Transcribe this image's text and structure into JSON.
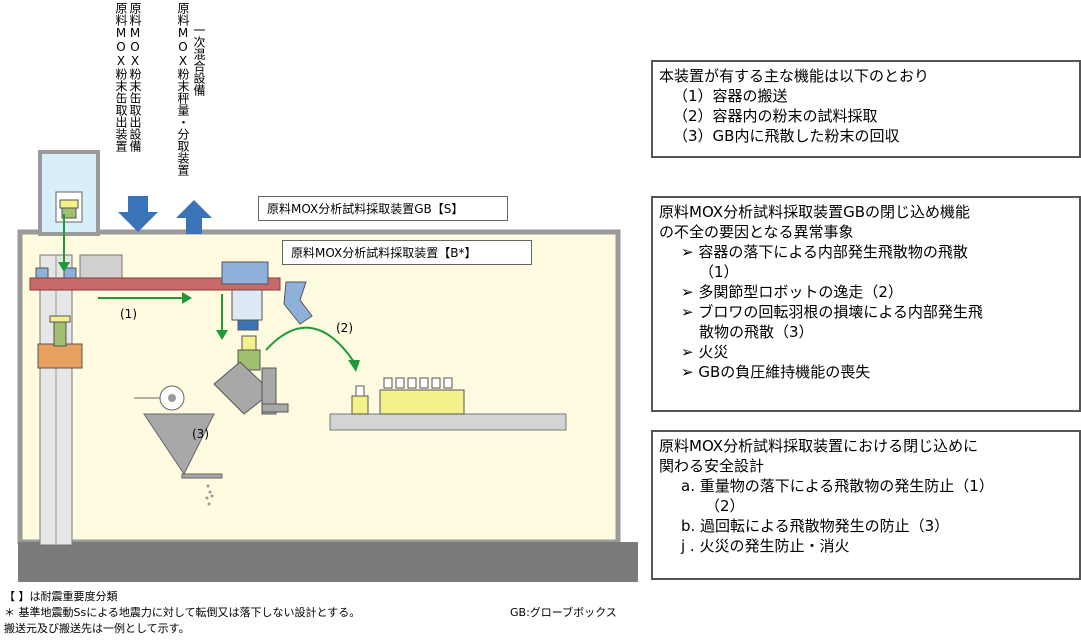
{
  "vertical_labels": {
    "equip1": "原料MOX粉末缶取出装置",
    "equip2": "原料MOX粉末缶取出設備",
    "equip3": "原料MOX粉末秤量・分取装置",
    "equip4": "一次混合設備"
  },
  "diagram": {
    "gb_label": "原料MOX分析試料採取装置GB【S】",
    "device_label": "原料MOX分析試料採取装置【B*】",
    "mark1": "(1)",
    "mark2": "(2)",
    "mark3": "(3)"
  },
  "functions_box": {
    "title": "本装置が有する主な機能は以下のとおり",
    "items": [
      "（1）容器の搬送",
      "（2）容器内の粉末の試料採取",
      "（3）GB内に飛散した粉末の回収"
    ]
  },
  "events_box": {
    "title_line1": "原料MOX分析試料採取装置GBの閉じ込め機能",
    "title_line2": "の不全の要因となる異常事象",
    "items": [
      "➢ 容器の落下による内部発生飛散物の飛散",
      "（1）",
      "➢ 多関節型ロボットの逸走（2）",
      "➢ ブロワの回転羽根の損壊による内部発生飛",
      "散物の飛散（3）",
      "➢ 火災",
      "➢ GBの負圧維持機能の喪失"
    ]
  },
  "safety_box": {
    "title_line1": "原料MOX分析試料採取装置における閉じ込めに",
    "title_line2": "関わる安全設計",
    "items": [
      "a. 重量物の落下による飛散物の発生防止（1）",
      "（2）",
      "b. 過回転による飛散物発生の防止（3）",
      "j . 火災の発生防止・消火"
    ]
  },
  "notes": {
    "line1": "【 】は耐震重要度分類",
    "line2": "＊ 基準地震動Ssによる地震力に対して転倒又は落下しない設計とする。",
    "gb_def": "GB:グローブボックス",
    "line3": "搬送元及び搬送先は一例として示す。"
  },
  "colors": {
    "gb_fill": "#fffbe0",
    "frame": "#9a9a9a",
    "rail": "#c96a6a",
    "arrow_blue": "#3b73b9",
    "arrow_green": "#1f9a3a",
    "robot_blue": "#8fb0d8",
    "yellow": "#f4f08a"
  }
}
